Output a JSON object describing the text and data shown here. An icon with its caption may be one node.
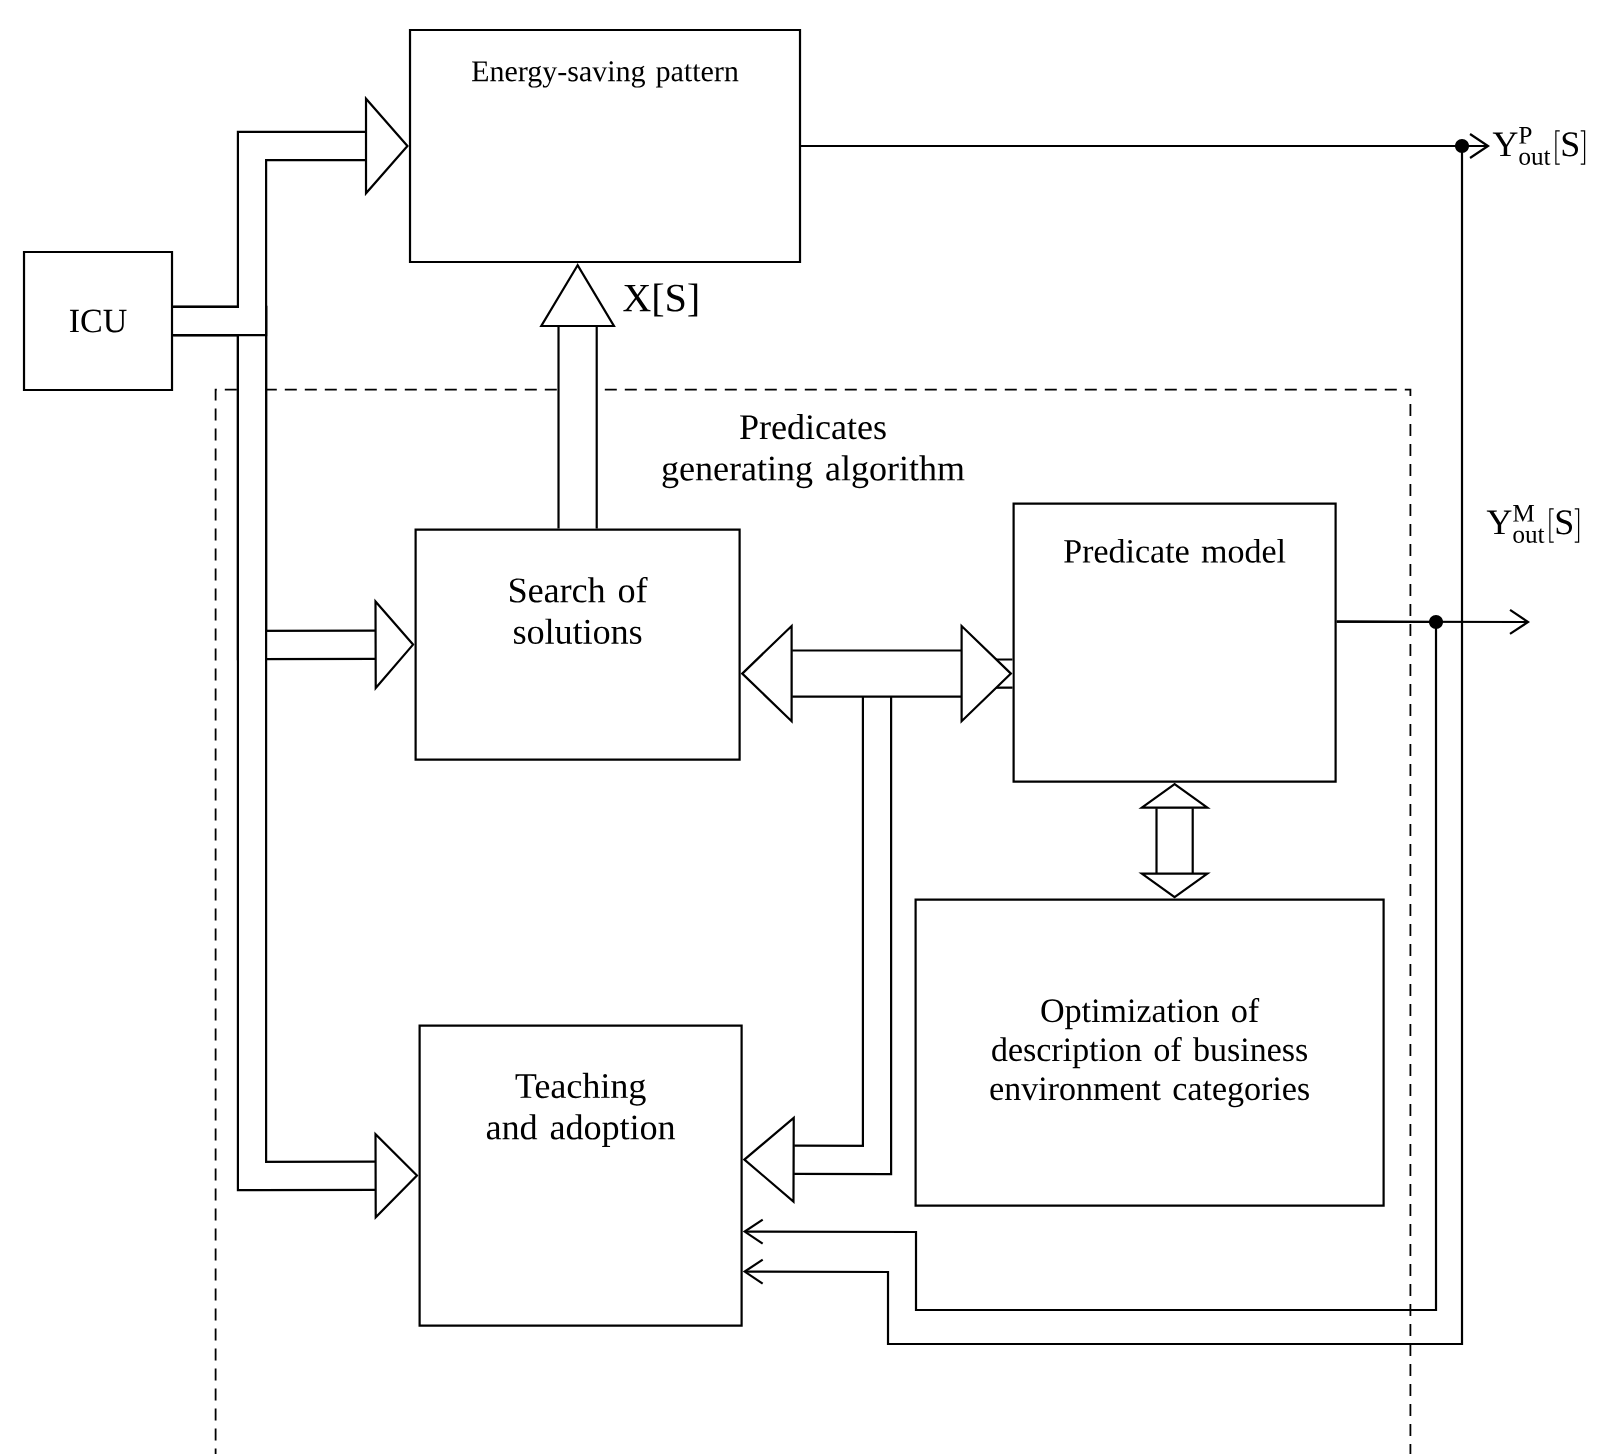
{
  "diagram": {
    "nodes": [
      {
        "text": [
          "Energy-saving pattern"
        ]
      },
      {
        "text": [
          "ICU"
        ]
      },
      {
        "text": [
          "Predicates generating algorithm"
        ]
      },
      {
        "text": [
          "Search of solutions"
        ],
        "in": 2
      },
      {
        "text": [
          "Predicate model"
        ],
        "in": 2
      },
      {
        "text": [
          "Optimization of description of business environment categories"
        ],
        "in": 2
      },
      {
        "text": [
          "Teaching and adoption"
        ],
        "in": 2
      },
      {
        "text": [
          "\\mathrm{Y}^{\\mathrm{P}}_{\\mathrm{out}}[\\mathrm{S}]"
        ]
      }
    ],
    "edges": [
      {
        "from": 1,
        "to": 0,
        "arrow": "to"
      },
      {
        "from": 1,
        "to": 3,
        "arrow": "to"
      },
      {
        "from": 1,
        "to": 6,
        "arrow": "to"
      },
      {
        "from": 3,
        "to": 0,
        "arrow": "to",
        "label": "X[S]"
      },
      {
        "from": 3,
        "to": 4,
        "arrow": "both"
      },
      {
        "from": 4,
        "to": 6,
        "arrow": "to"
      },
      {
        "from": 4,
        "to": 5,
        "arrow": "both"
      },
      {
        "from": 0,
        "to": 7,
        "arrow": "to"
      },
      {
        "from": 4,
        "to": null,
        "arrow": "to"
      },
      {
        "from": 0,
        "to": 6,
        "arrow": "to"
      },
      {
        "from": 4,
        "to": 6,
        "arrow": "to"
      }
    ],
    "labels": [
      "\\mathrm{Y}^{\\mathrm{M}}_{\\mathrm{out}}[\\mathrm{S}]"
    ]
  }
}
